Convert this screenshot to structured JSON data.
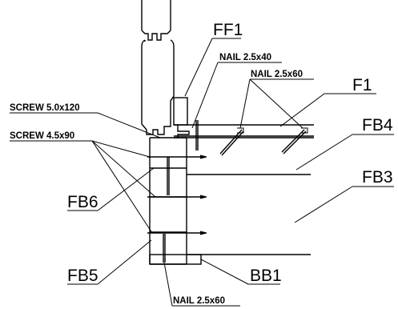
{
  "labels": {
    "ff1": "FF1",
    "f1": "F1",
    "fb4": "FB4",
    "fb3": "FB3",
    "fb6": "FB6",
    "fb5": "FB5",
    "bb1": "BB1",
    "nail_25x40": "NAIL 2.5x40",
    "nail_25x60_top": "NAIL 2.5x60",
    "nail_25x60_bottom": "NAIL 2.5x60",
    "screw_50x120": "SCREW 5.0x120",
    "screw_45x90": "SCREW 4.5x90"
  }
}
